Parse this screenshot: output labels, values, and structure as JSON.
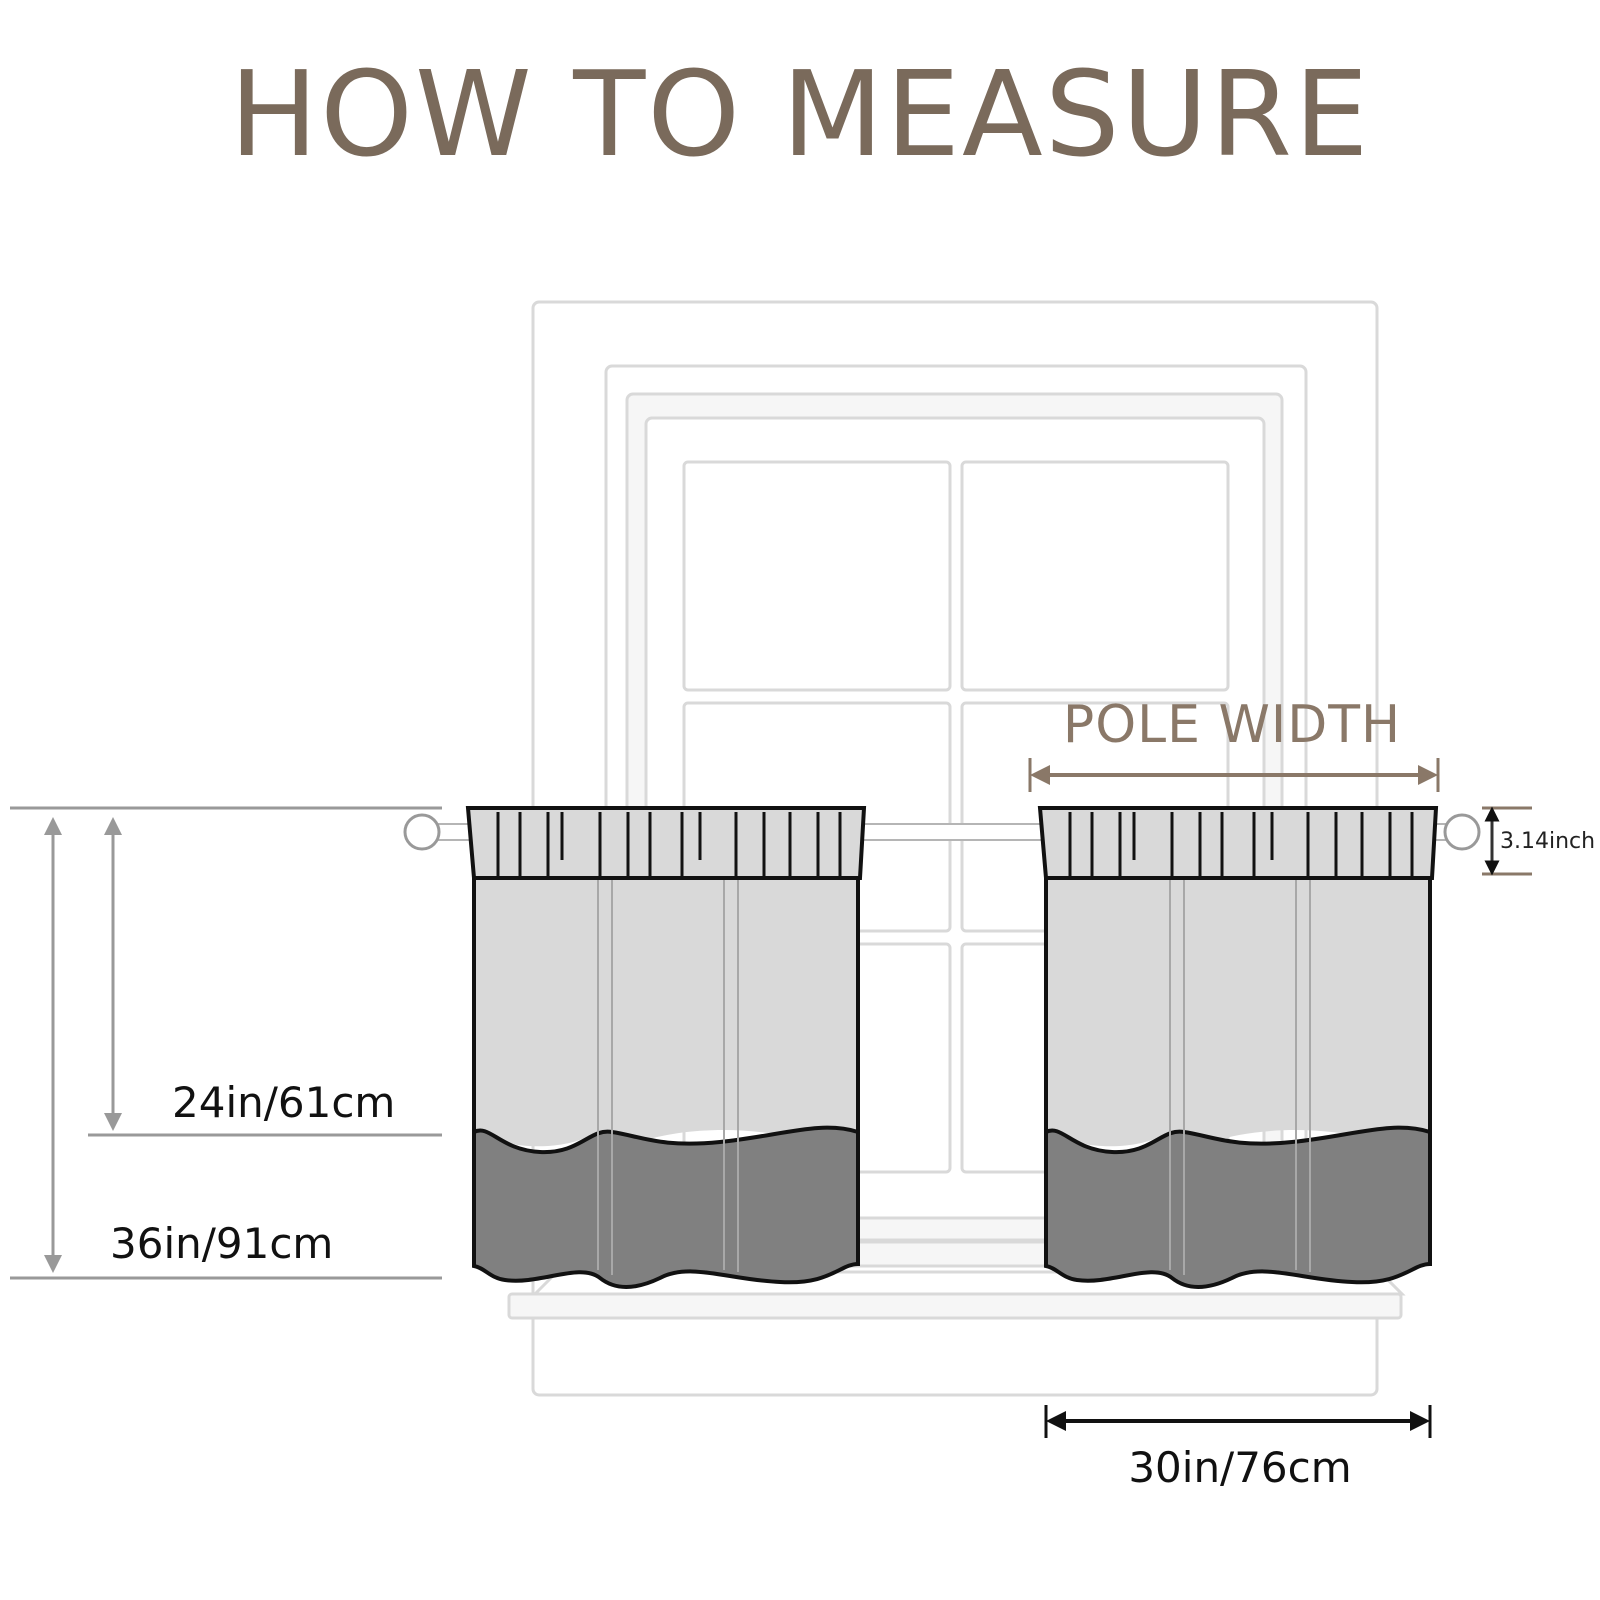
{
  "title": "HOW TO MEASURE",
  "labels": {
    "pole_width": "POLE WIDTH",
    "rod_pocket": "3.14inch",
    "length_short": "24in/61cm",
    "length_long": "36in/91cm",
    "panel_width": "30in/76cm"
  },
  "colors": {
    "title": "#7a6a5b",
    "pole_dim": "#8a7868",
    "window_line": "#d9d9d9",
    "curtain_light": "#d9d9d9",
    "curtain_dark": "#808080",
    "outline": "#111111",
    "dim_gray": "#999999"
  }
}
